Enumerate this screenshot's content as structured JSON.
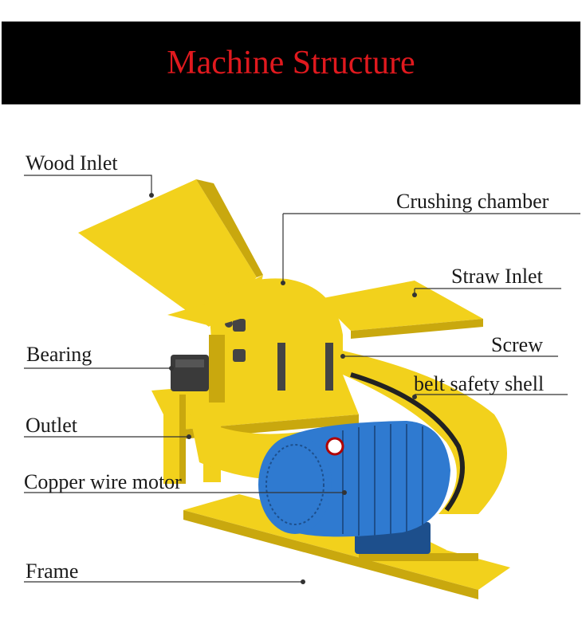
{
  "title": "Machine Structure",
  "colors": {
    "title_text": "#e0191e",
    "title_background": "#000000",
    "machine_body": "#f2d11c",
    "machine_shadow": "#c9a80e",
    "motor": "#2f7ad0",
    "motor_dark": "#1d4f8c",
    "leader_line": "#333333"
  },
  "labels": {
    "wood_inlet": "Wood Inlet",
    "crushing_chamber": "Crushing chamber",
    "straw_inlet": "Straw Inlet",
    "bearing": "Bearing",
    "screw": "Screw",
    "belt_safety_shell": "belt safety shell",
    "outlet": "Outlet",
    "copper_wire_motor": "Copper wire motor",
    "frame": "Frame"
  }
}
